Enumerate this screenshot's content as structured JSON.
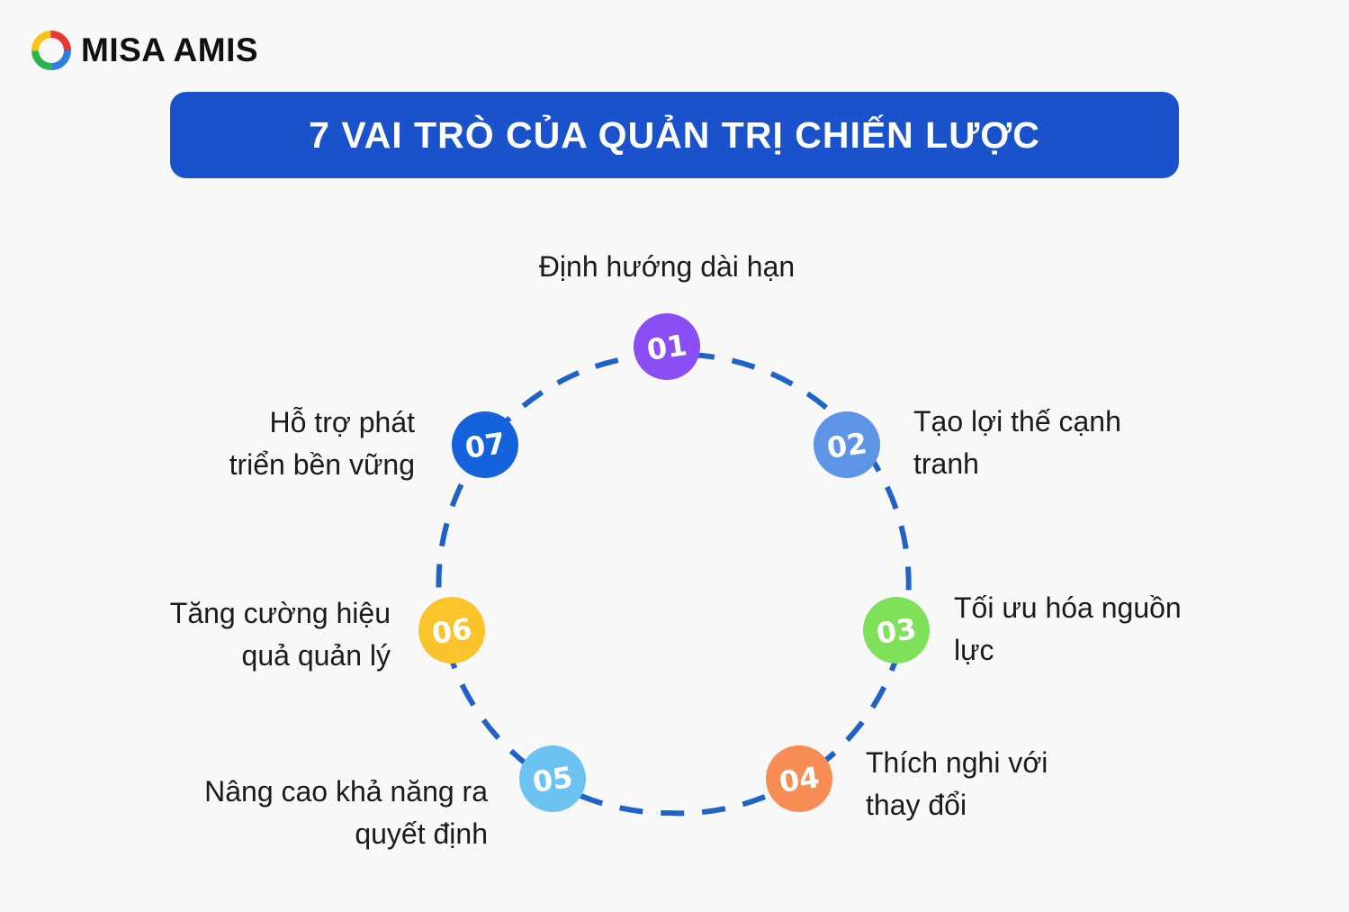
{
  "brand": {
    "name": "MISA AMIS"
  },
  "title": "7 VAI TRÒ CỦA QUẢN TRỊ CHIẾN LƯỢC",
  "colors": {
    "banner": "#1a52cc",
    "dash": "#1f63c6",
    "background": "#f8f8f8"
  },
  "steps": [
    {
      "num": "01",
      "color": "#8a4ef5",
      "line1": "Định hướng dài hạn",
      "line2": ""
    },
    {
      "num": "02",
      "color": "#5e94e6",
      "line1": "Tạo lợi thế cạnh",
      "line2": "tranh"
    },
    {
      "num": "03",
      "color": "#7fe05a",
      "line1": "Tối ưu hóa nguồn",
      "line2": "lực"
    },
    {
      "num": "04",
      "color": "#f78c55",
      "line1": "Thích nghi với",
      "line2": "thay đổi"
    },
    {
      "num": "05",
      "color": "#6cc3f1",
      "line1": "Nâng cao khả năng ra",
      "line2": "quyết định"
    },
    {
      "num": "06",
      "color": "#fcc42c",
      "line1": "Tăng cường hiệu",
      "line2": "quả quản lý"
    },
    {
      "num": "07",
      "color": "#1562dd",
      "line1": "Hỗ trợ phát",
      "line2": "triển bền vững"
    }
  ]
}
